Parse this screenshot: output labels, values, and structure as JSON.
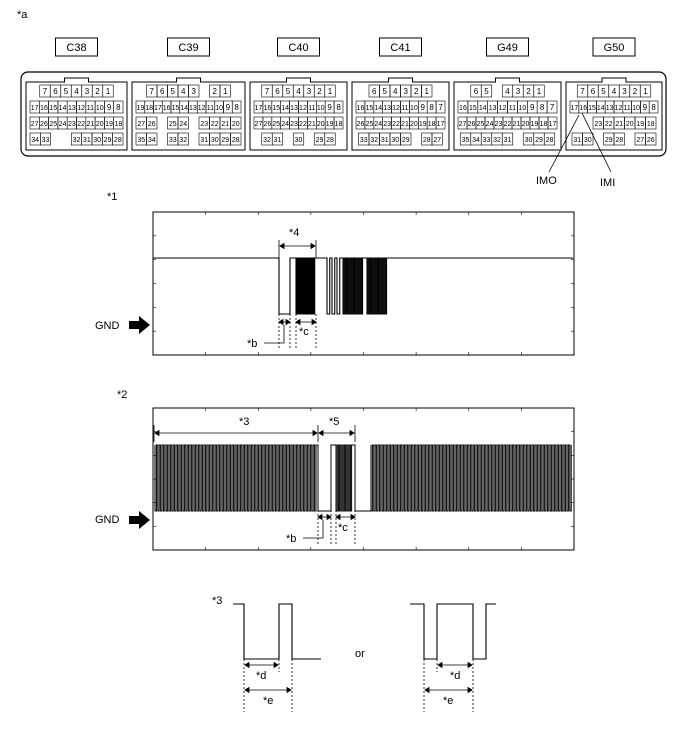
{
  "labels": {
    "section_a": "*a",
    "section_1": "*1",
    "section_2": "*2",
    "section_3": "*3",
    "ref_3": "*3",
    "ref_4": "*4",
    "ref_5": "*5",
    "ref_b": "*b",
    "ref_c": "*c",
    "ref_d": "*d",
    "ref_e": "*e",
    "gnd": "GND",
    "or": "or",
    "imo": "IMO",
    "imi": "IMI"
  },
  "connectors": [
    {
      "name": "C38",
      "rows": [
        [
          "7",
          "6",
          "5",
          "4",
          "3",
          "2",
          "1"
        ],
        [
          "17",
          "16",
          "15",
          "14",
          "13",
          "12",
          "11",
          "10",
          "9",
          "8"
        ],
        [
          "27",
          "26",
          "25",
          "24",
          "23",
          "22",
          "21",
          "20",
          "19",
          "18"
        ],
        [
          "34",
          "33",
          "",
          "",
          "32",
          "31",
          "30",
          "29",
          "28"
        ]
      ]
    },
    {
      "name": "C39",
      "rows": [
        [
          "7",
          "6",
          "5",
          "4",
          "3",
          "",
          "2",
          "1"
        ],
        [
          "19",
          "18",
          "17",
          "16",
          "15",
          "14",
          "13",
          "12",
          "11",
          "10",
          "9",
          "8"
        ],
        [
          "27",
          "26",
          "",
          "25",
          "24",
          "",
          "23",
          "22",
          "21",
          "20"
        ],
        [
          "35",
          "34",
          "",
          "33",
          "32",
          "",
          "31",
          "30",
          "29",
          "28"
        ]
      ]
    },
    {
      "name": "C40",
      "rows": [
        [
          "7",
          "6",
          "5",
          "4",
          "3",
          "2",
          "1"
        ],
        [
          "17",
          "16",
          "15",
          "14",
          "13",
          "12",
          "11",
          "10",
          "9",
          "8"
        ],
        [
          "27",
          "26",
          "25",
          "24",
          "23",
          "22",
          "21",
          "20",
          "19",
          "18"
        ],
        [
          "32",
          "31",
          "",
          "30",
          "",
          "29",
          "28"
        ]
      ]
    },
    {
      "name": "C41",
      "rows": [
        [
          "6",
          "5",
          "4",
          "3",
          "2",
          "1"
        ],
        [
          "16",
          "15",
          "14",
          "13",
          "12",
          "11",
          "10",
          "9",
          "8",
          "7"
        ],
        [
          "26",
          "25",
          "24",
          "23",
          "22",
          "21",
          "20",
          "19",
          "18",
          "17"
        ],
        [
          "33",
          "32",
          "31",
          "30",
          "29",
          "",
          "28",
          "27"
        ]
      ]
    },
    {
      "name": "G49",
      "rows": [
        [
          "6",
          "5",
          "",
          "4",
          "3",
          "2",
          "1"
        ],
        [
          "16",
          "15",
          "14",
          "13",
          "12",
          "11",
          "10",
          "9",
          "8",
          "7"
        ],
        [
          "27",
          "26",
          "25",
          "24",
          "23",
          "22",
          "21",
          "20",
          "19",
          "18",
          "17"
        ],
        [
          "35",
          "34",
          "33",
          "32",
          "31",
          "",
          "30",
          "29",
          "28"
        ]
      ]
    },
    {
      "name": "G50",
      "rows": [
        [
          "7",
          "6",
          "5",
          "4",
          "3",
          "2",
          "1"
        ],
        [
          "17",
          "16",
          "15",
          "14",
          "13",
          "12",
          "11",
          "10",
          "9",
          "8"
        ],
        [
          "",
          "",
          "23",
          "22",
          "21",
          "20",
          "19",
          "18"
        ],
        [
          "31",
          "30",
          "",
          "29",
          "28",
          "",
          "27",
          "26"
        ]
      ]
    }
  ]
}
